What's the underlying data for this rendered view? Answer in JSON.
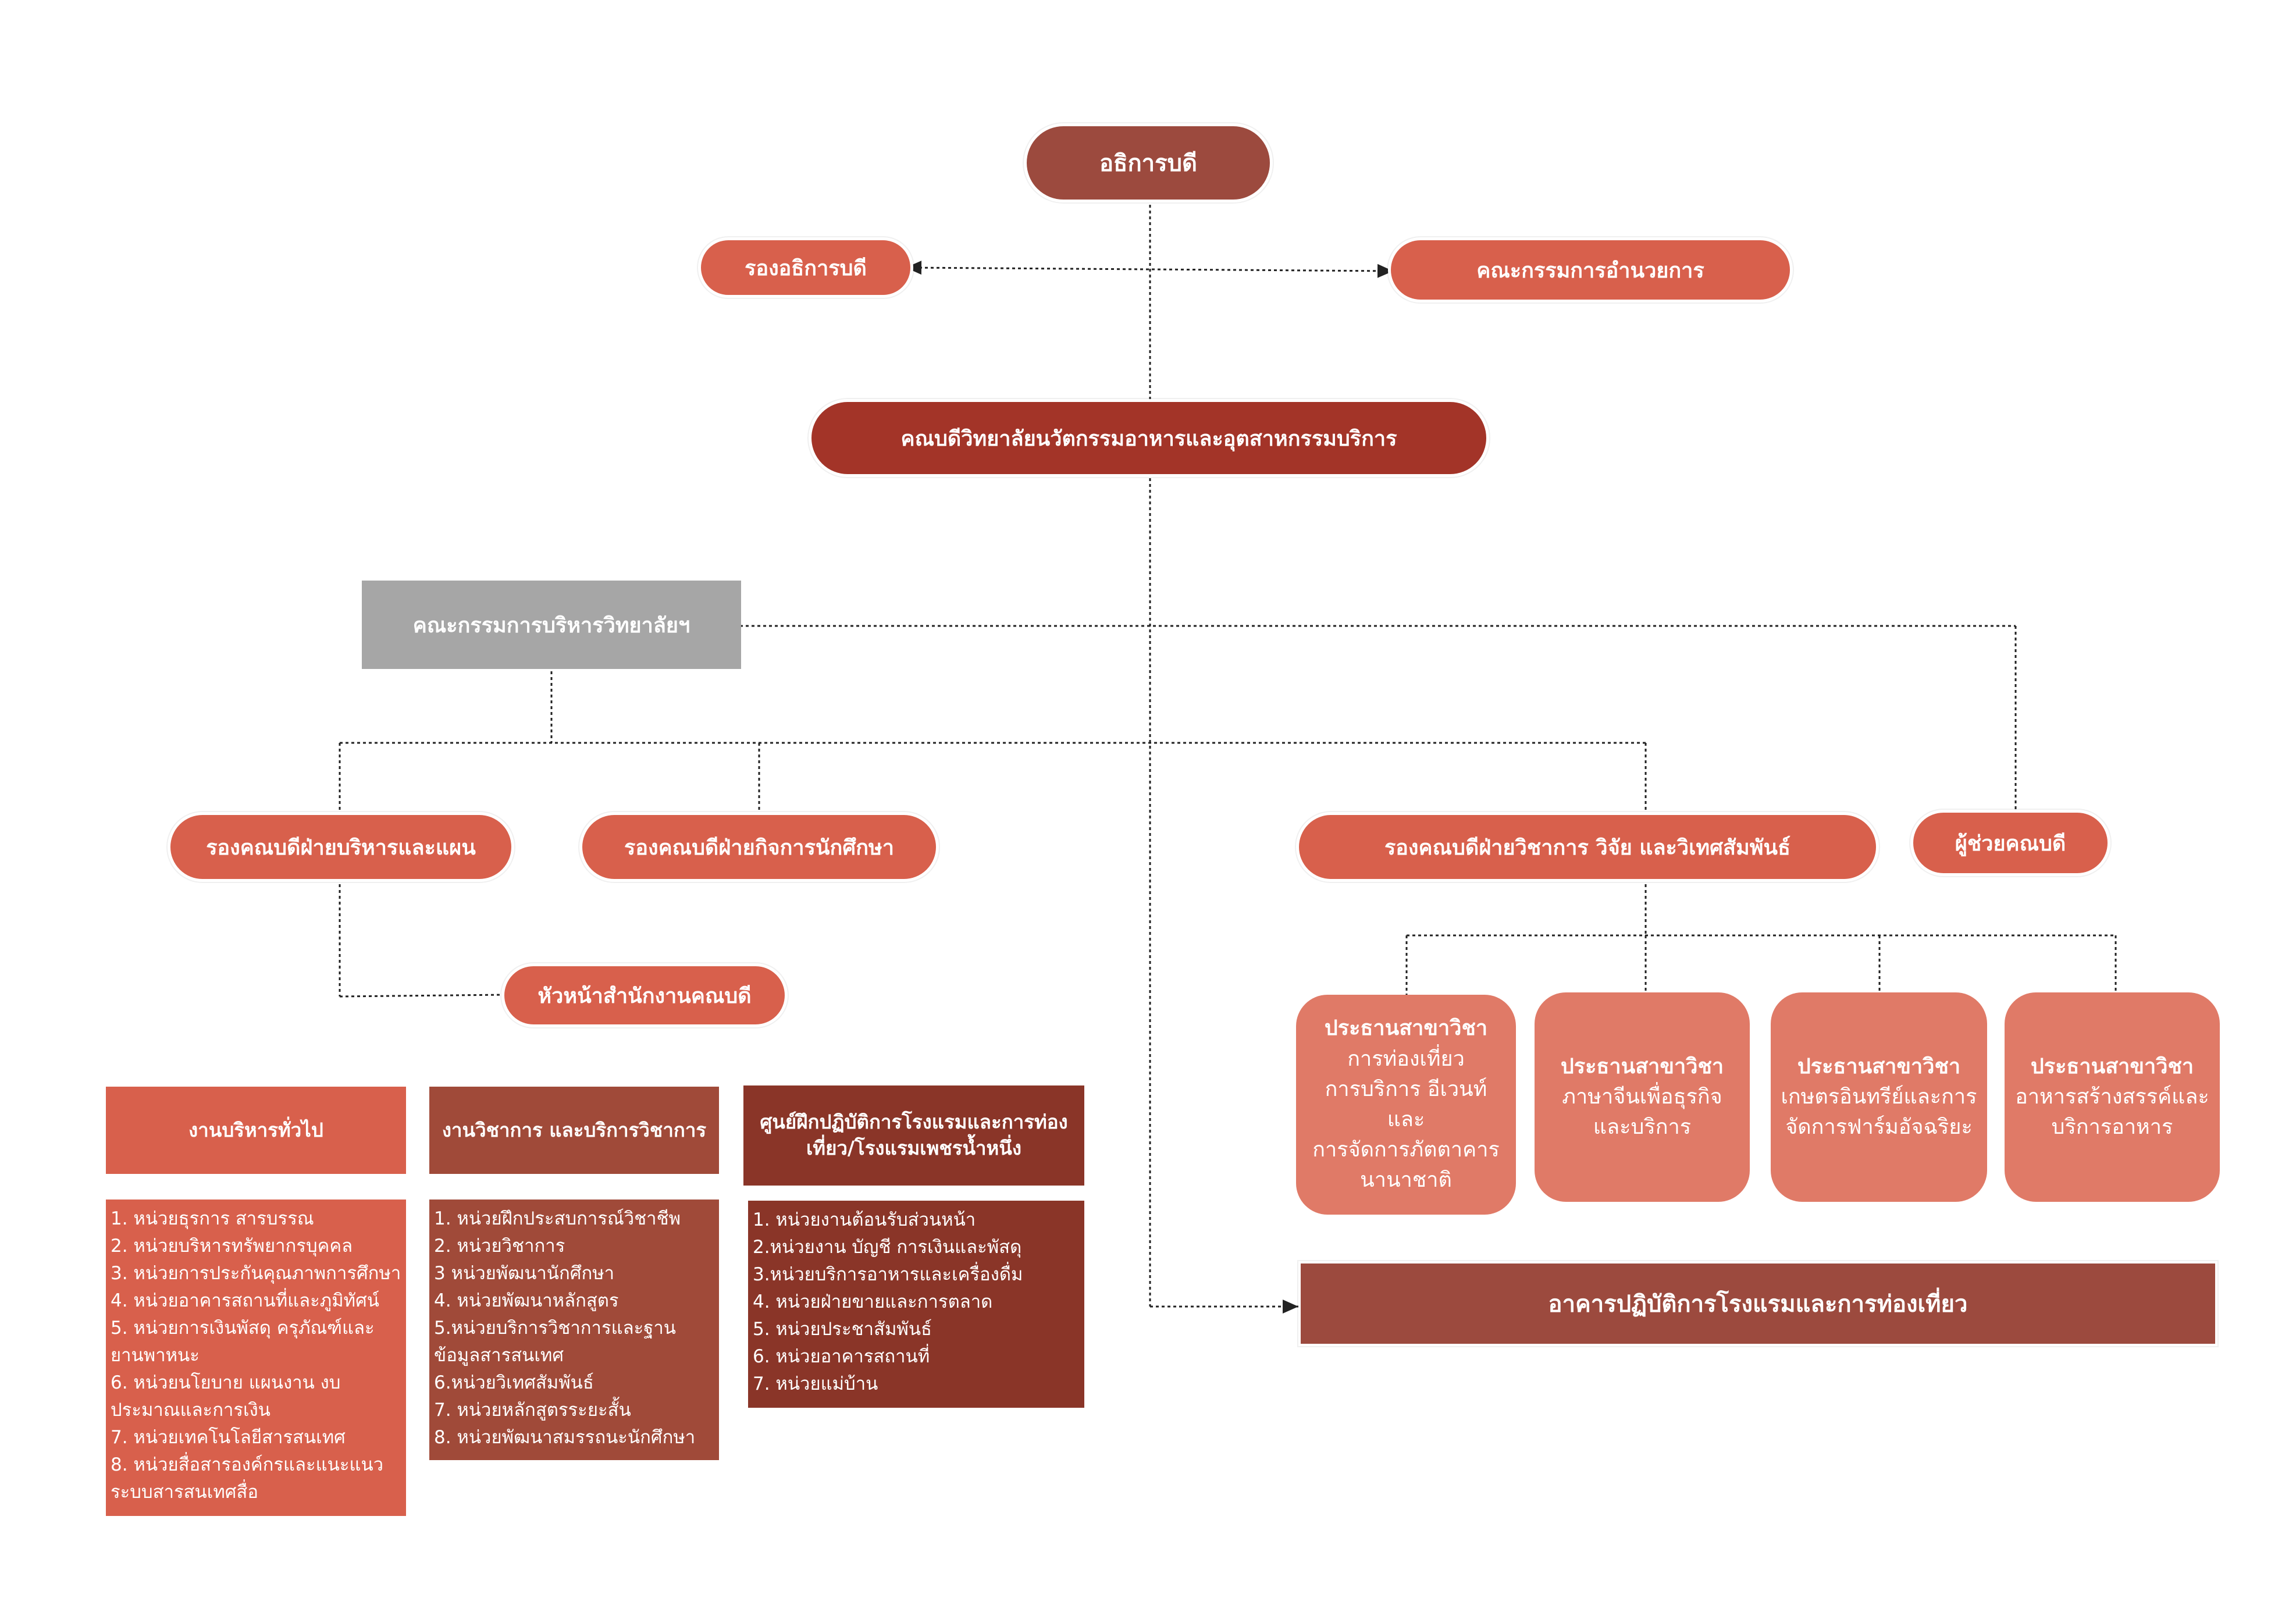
{
  "colors": {
    "dark_brown": "#9c4a3e",
    "rust": "#a33428",
    "coral": "#d8604c",
    "salmon": "#e07a67",
    "medium_brown": "#a04a39",
    "dark_rust": "#8a3528",
    "gray": "#a6a6a6"
  },
  "nodes": {
    "president": "อธิการบดี",
    "vice_president": "รองอธิการบดี",
    "exec_committee": "คณะกรรมการอำนวยการ",
    "dean": "คณบดีวิทยาลัยนวัตกรรมอาหารและอุตสาหกรรมบริการ",
    "college_committee": "คณะกรรมการบริหารวิทยาลัยฯ",
    "vd_admin": "รองคณบดีฝ่ายบริหารและแผน",
    "vd_student": "รองคณบดีฝ่ายกิจการนักศึกษา",
    "vd_academic": "รองคณบดีฝ่ายวิชาการ วิจัย และวิเทศสัมพันธ์",
    "assistant_dean": "ผู้ช่วยคณบดี",
    "office_head": "หัวหน้าสำนักงานคณบดี",
    "hotel_building": "อาคารปฏิบัติการโรงแรมและการท่องเที่ยว"
  },
  "programs": [
    {
      "title": "ประธานสาขาวิชา",
      "lines": [
        "การท่องเที่ยว",
        "การบริการ อีเวนท์ และ",
        "การจัดการภัตตาคาร",
        "นานาชาติ"
      ]
    },
    {
      "title": "ประธานสาขาวิชา",
      "lines": [
        "ภาษาจีนเพื่อธุรกิจ",
        "และบริการ"
      ]
    },
    {
      "title": "ประธานสาขาวิชา",
      "lines": [
        "เกษตรอินทรีย์และการ",
        "จัดการฟาร์มอัจฉริยะ"
      ]
    },
    {
      "title": "ประธานสาขาวิชา",
      "lines": [
        "อาหารสร้างสรรค์และ",
        "บริการอาหาร"
      ]
    }
  ],
  "columns": [
    {
      "header": "งานบริหารทั่วไป",
      "items": [
        "1. หน่วยธุรการ สารบรรณ",
        "2. หน่วยบริหารทรัพยากรบุคคล",
        "3. หน่วยการประกันคุณภาพการศึกษา",
        "4. หน่วยอาคารสถานที่และภูมิทัศน์",
        "5. หน่วยการเงินพัสดุ ครุภัณฑ์และยานพาหนะ",
        "6. หน่วยนโยบาย แผนงาน งบประมาณและการเงิน",
        "7. หน่วยเทคโนโลยีสารสนเทศ",
        "8. หน่วยสื่อสารองค์กรและแนะแนวระบบสารสนเทศสื่อ"
      ]
    },
    {
      "header": "งานวิชาการ และบริการวิชาการ",
      "items": [
        "1. หน่วยฝึกประสบการณ์วิชาชีพ",
        "2. หน่วยวิชาการ",
        "3 หน่วยพัฒนานักศึกษา",
        "4. หน่วยพัฒนาหลักสูตร",
        "5.หน่วยบริการวิชาการและฐานข้อมูลสารสนเทศ",
        "6.หน่วยวิเทศสัมพันธ์",
        "7. หน่วยหลักสูตรระยะสั้น",
        "8. หน่วยพัฒนาสมรรถนะนักศึกษา"
      ]
    },
    {
      "header": "ศูนย์ฝึกปฏิบัติการโรงแรมและการท่องเที่ยว/โรงแรมเพชรน้ำหนึ่ง",
      "items": [
        "1. หน่วยงานต้อนรับส่วนหน้า",
        "2.หน่วยงาน บัญชี การเงินและพัสดุ",
        "3.หน่วยบริการอาหารและเครื่องดื่ม",
        "4. หน่วยฝ่ายขายและการตลาด",
        "5. หน่วยประชาสัมพันธ์",
        "6. หน่วยอาคารสถานที่",
        "7. หน่วยแม่บ้าน"
      ]
    }
  ]
}
